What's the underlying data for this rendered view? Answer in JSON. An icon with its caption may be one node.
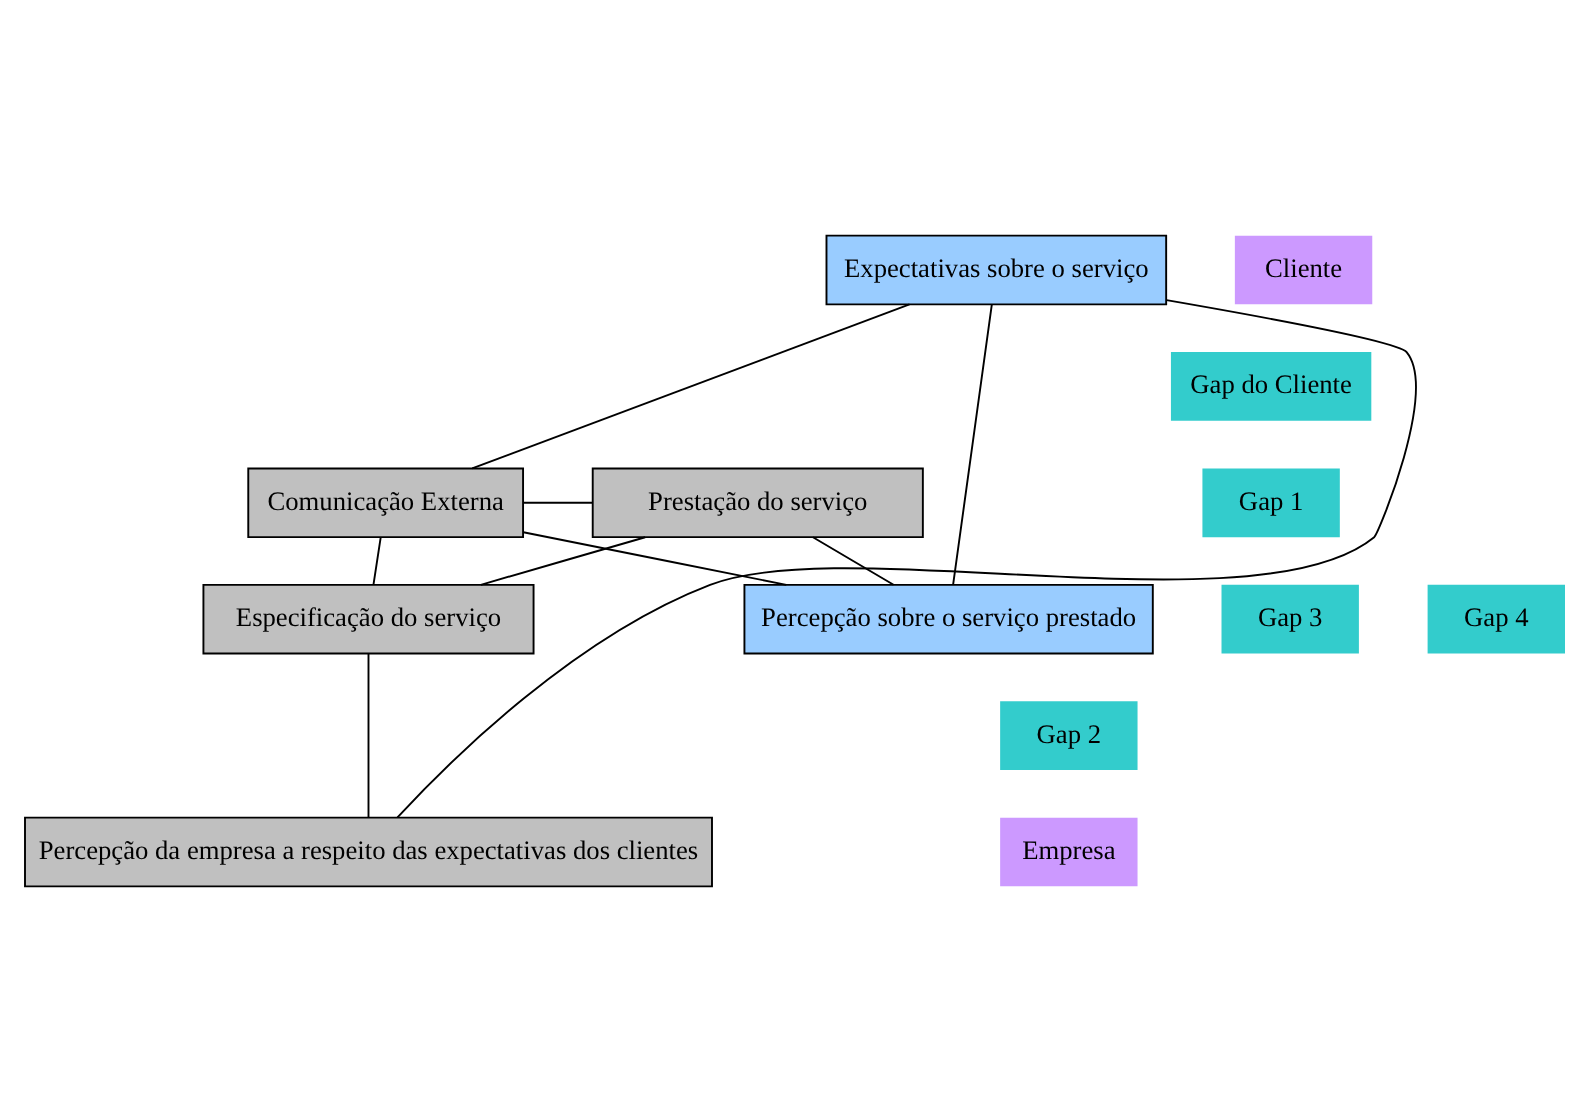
{
  "diagram": {
    "nodes": [
      {
        "text": [
          "Cliente"
        ]
      },
      {
        "text": [
          "Expectativas sobre o serviço"
        ]
      },
      {
        "text": [
          "Gap do Cliente"
        ]
      },
      {
        "text": [
          "Percepção sobre o serviço prestado"
        ]
      },
      {
        "text": [
          "Gap 1"
        ]
      },
      {
        "text": [
          "Prestação do serviço"
        ]
      },
      {
        "text": [
          "Comunicação Externa"
        ]
      },
      {
        "text": [
          "Gap 4"
        ]
      },
      {
        "text": [
          "Gap 3"
        ]
      },
      {
        "text": [
          "Especificação do serviço"
        ]
      },
      {
        "text": [
          "Gap 2"
        ]
      },
      {
        "text": [
          "Empresa"
        ]
      },
      {
        "text": [
          "Percepção da empresa a respeito das expectativas dos clientes"
        ]
      }
    ],
    "edges": [
      {
        "from": 1,
        "to": 3,
        "arrow": "none"
      },
      {
        "from": 3,
        "to": 5,
        "arrow": "none"
      },
      {
        "from": 5,
        "to": 9,
        "arrow": "none"
      },
      {
        "from": 9,
        "to": 12,
        "arrow": "none"
      },
      {
        "from": 1,
        "to": 12,
        "arrow": "none"
      },
      {
        "from": 6,
        "to": 1,
        "arrow": "none"
      },
      {
        "from": 6,
        "to": 3,
        "arrow": "none"
      },
      {
        "from": 5,
        "to": 6,
        "arrow": "none"
      },
      {
        "from": 9,
        "to": 6,
        "arrow": "none"
      }
    ]
  }
}
